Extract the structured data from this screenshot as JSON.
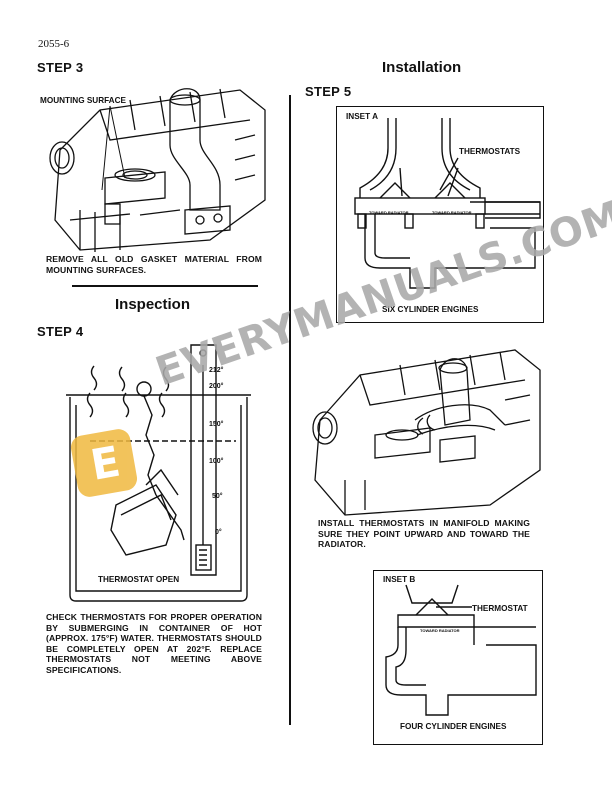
{
  "page_number": "2055-6",
  "left": {
    "step3": {
      "label": "STEP 3",
      "callout": "MOUNTING SURFACE",
      "caption": "REMOVE ALL OLD GASKET MATERIAL FROM MOUNTING SURFACES."
    },
    "inspection": {
      "heading": "Inspection",
      "step_label": "STEP 4",
      "thermometer_ticks": [
        "212°",
        "200°",
        "150°",
        "100°",
        "50°",
        "0°"
      ],
      "callout": "THERMOSTAT OPEN",
      "caption": "CHECK THERMOSTATS FOR PROPER OPERATION BY SUBMERGING IN CONTAINER OF HOT (APPROX. 175°F) WATER. THERMOSTATS SHOULD BE COMPLETELY OPEN AT 202°F. REPLACE THERMOSTATS NOT MEETING ABOVE SPECIFICATIONS."
    }
  },
  "right": {
    "heading": "Installation",
    "step_label": "STEP 5",
    "inset_a": {
      "title": "INSET A",
      "callout": "THERMOSTATS",
      "part_label_1": "TOWARD RADIATOR",
      "part_label_2": "TOWARD RADIATOR",
      "caption": "SIX CYLINDER ENGINES"
    },
    "install_caption": "INSTALL THERMOSTATS IN MANIFOLD MAKING SURE THEY POINT UPWARD AND TOWARD THE RADIATOR.",
    "inset_b": {
      "title": "INSET B",
      "callout": "THERMOSTAT",
      "part_label": "TOWARD RADIATOR",
      "caption": "FOUR CYLINDER ENGINES"
    }
  },
  "watermark": {
    "text": "EVERYMANUALS.COM",
    "badge_letter": "E"
  }
}
